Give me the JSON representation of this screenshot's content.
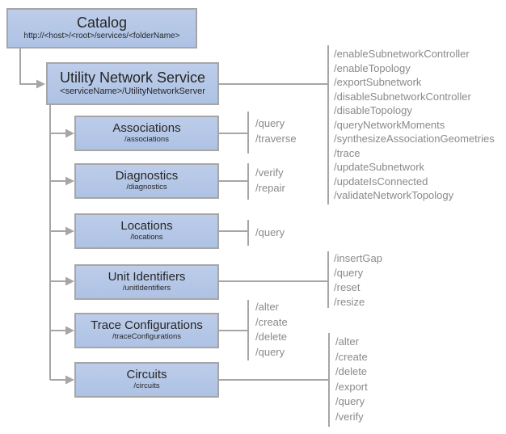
{
  "colors": {
    "box_fill": "#b4c7e7",
    "box_border": "#a6a6a6",
    "connector_line": "#a6a6a6",
    "title_text": "#262626",
    "operation_text": "#8a8a8a",
    "background": "#ffffff"
  },
  "nodes": {
    "catalog": {
      "title": "Catalog",
      "subtitle": "http://<host>/<root>/services/<folderName>"
    },
    "service": {
      "title": "Utility Network Service",
      "subtitle": "<serviceName>/UtilityNetworkServer",
      "operations": [
        "/enableSubnetworkController",
        "/enableTopology",
        "/exportSubnetwork",
        "/disableSubnetworkController",
        "/disableTopology",
        "/queryNetworkMoments",
        "/synthesizeAssociationGeometries",
        "/trace",
        "/updateSubnetwork",
        "/updateIsConnected",
        "/validateNetworkTopology"
      ]
    },
    "children": [
      {
        "title": "Associations",
        "subtitle": "/associations",
        "operations": [
          "/query",
          "/traverse"
        ]
      },
      {
        "title": "Diagnostics",
        "subtitle": "/diagnostics",
        "operations": [
          "/verify",
          "/repair"
        ]
      },
      {
        "title": "Locations",
        "subtitle": "/locations",
        "operations": [
          "/query"
        ]
      },
      {
        "title": "Unit Identifiers",
        "subtitle": "/unitIdentifiers",
        "operations": [
          "/insertGap",
          "/query",
          "/reset",
          "/resize"
        ]
      },
      {
        "title": "Trace Configurations",
        "subtitle": "/traceConfigurations",
        "operations": [
          "/alter",
          "/create",
          "/delete",
          "/query"
        ]
      },
      {
        "title": "Circuits",
        "subtitle": "/circuits",
        "operations": [
          "/alter",
          "/create",
          "/delete",
          "/export",
          "/query",
          "/verify"
        ]
      }
    ]
  }
}
